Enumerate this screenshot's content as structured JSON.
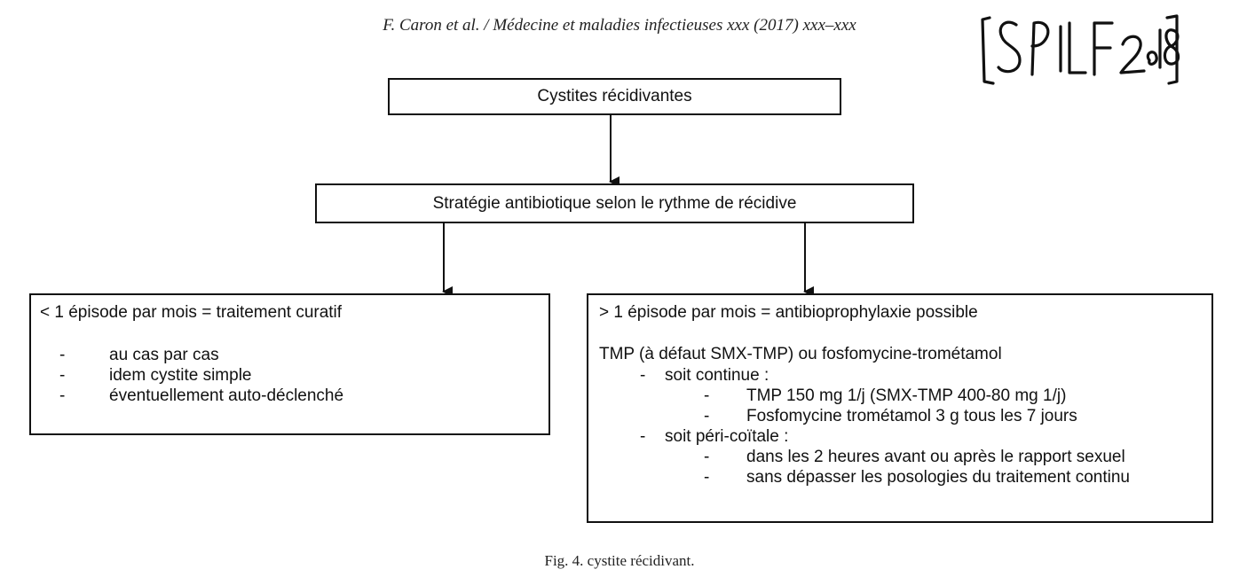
{
  "header": {
    "citation": "F. Caron et al. / Médecine et maladies infectieuses xxx (2017) xxx–xxx"
  },
  "stamp": {
    "text": "[SPILF 2018]"
  },
  "flowchart": {
    "top_box": "Cystites récidivantes",
    "middle_box": "Stratégie antibiotique selon le rythme de récidive",
    "left_box": {
      "heading": "< 1 épisode par mois = traitement curatif",
      "items": [
        "au cas par cas",
        "idem cystite simple",
        "éventuellement auto-déclenché"
      ]
    },
    "right_box": {
      "heading": "> 1 épisode par mois = antibioprophylaxie possible",
      "subtitle": "TMP (à défaut SMX-TMP) ou fosfomycine-trométamol",
      "groups": [
        {
          "label": "soit continue :",
          "items": [
            "TMP 150 mg 1/j (SMX-TMP 400-80 mg 1/j)",
            "Fosfomycine trométamol 3 g tous les 7 jours"
          ]
        },
        {
          "label": "soit péri-coïtale :",
          "items": [
            "dans les 2 heures avant ou après le rapport sexuel",
            "sans dépasser les posologies du traitement continu"
          ]
        }
      ]
    },
    "dash": "-"
  },
  "caption": "Fig. 4.  cystite récidivant."
}
